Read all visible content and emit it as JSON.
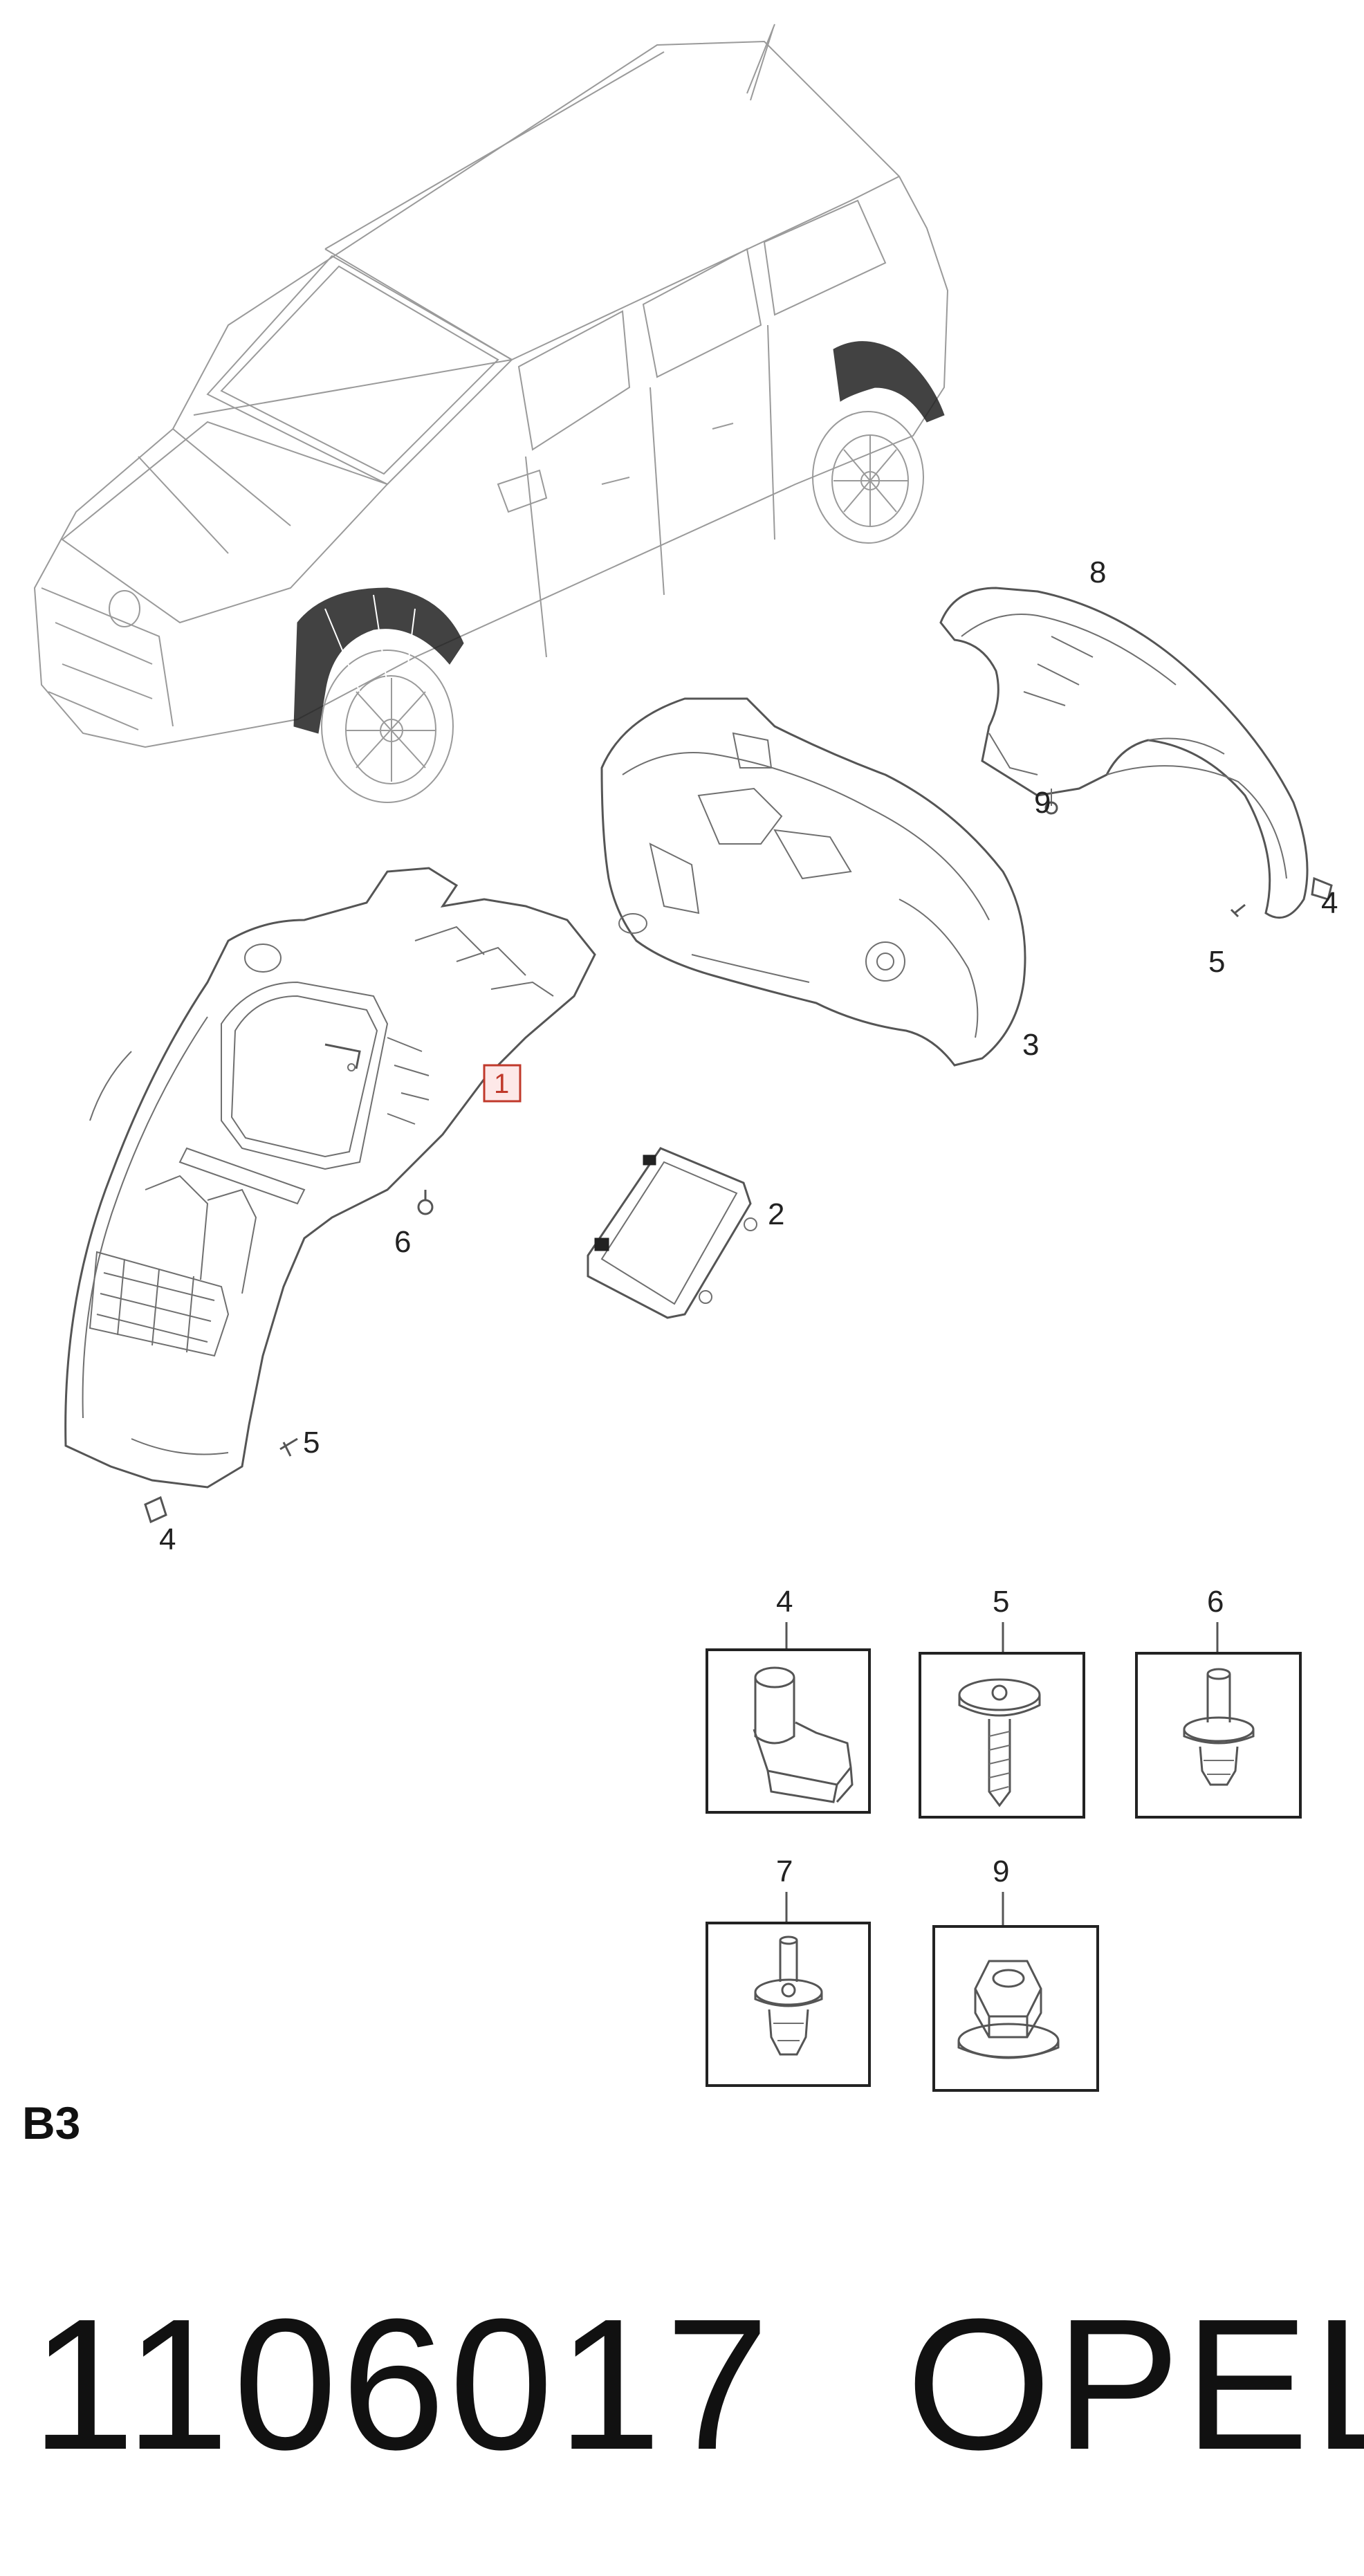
{
  "callouts": {
    "part1": "1",
    "part2": "2",
    "part3": "3",
    "part4_lower": "4",
    "part4_upper": "4",
    "part5_lower": "5",
    "part5_upper": "5",
    "part6": "6",
    "part8": "8",
    "part9": "9"
  },
  "fasteners": [
    {
      "label": "4",
      "icon": "clip-nut-icon"
    },
    {
      "label": "5",
      "icon": "screw-icon"
    },
    {
      "label": "6",
      "icon": "push-rivet-icon"
    },
    {
      "label": "7",
      "icon": "expanding-rivet-icon"
    },
    {
      "label": "9",
      "icon": "hex-nut-icon"
    }
  ],
  "section_label": "B3",
  "part_number": "1106017",
  "brand": "OPEL",
  "colors": {
    "highlight": "#c0392b",
    "ink": "#222222"
  }
}
